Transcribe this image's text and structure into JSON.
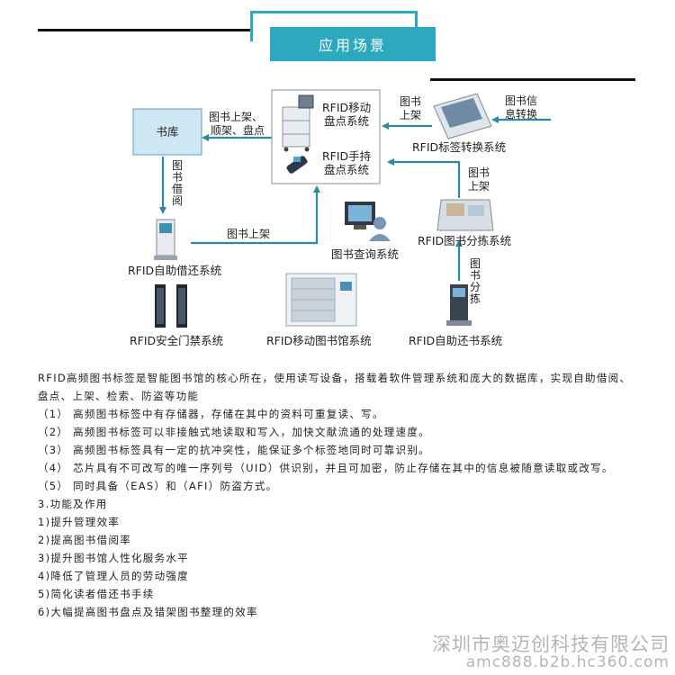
{
  "header": {
    "title": "应用场景"
  },
  "diagram": {
    "nodes": {
      "stacks": "书库",
      "mobile_inventory": [
        "RFID移动",
        "盘点系统"
      ],
      "handheld_inventory": [
        "RFID手持",
        "盘点系统"
      ],
      "tag_conversion": "RFID标签转换系统",
      "self_checkout": "RFID自助借还系统",
      "query": "图书查询系统",
      "sorting": "RFID图书分拣系统",
      "gate": "RFID安全门禁系统",
      "mobile_library": "RFID移动图书馆系统",
      "self_return": "RFID自助还书系统"
    },
    "edges": {
      "shelving_ops": [
        "图书上架、",
        "顺架、盘点"
      ],
      "borrow": [
        "图",
        "书",
        "借",
        "阅"
      ],
      "shelving": "图书上架",
      "shelving_v": [
        "图书",
        "上架"
      ],
      "shelving_v2": [
        "图书",
        "上架"
      ],
      "info_conversion": [
        "图书信",
        "息转换"
      ],
      "sorting_v": [
        "图",
        "书",
        "分",
        "拣"
      ]
    }
  },
  "text": {
    "lines": [
      "RFID高频图书标签是智能图书馆的核心所在，使用读写设备，搭载着软件管理系统和庞大的数据库，实现自助借阅、",
      "盘点、上架、检索、防盗等功能",
      "（1） 高频图书标签中有存储器，存储在其中的资料可重复读、写。",
      "（2） 高频图书标签可以非接触式地读取和写入，加快文献流通的处理速度。",
      "（3） 高频图书标签具有一定的抗冲突性，能保证多个标签地同时可靠识别。",
      "（4） 芯片具有不可改写的唯一序列号（UID）供识别，并且可加密，防止存储在其中的信息被随意读取或改写。",
      "（5） 同时具备（EAS）和（AFI）防盗方式。",
      "3.功能及作用",
      "1)提升管理效率",
      "2)提高图书借阅率",
      "3)提升图书馆人性化服务水平",
      "4)降低了管理人员的劳动强度",
      "5)简化读者借还书手续",
      "6)大幅提高图书盘点及错架图书整理的效率"
    ]
  },
  "watermark": {
    "company": "深圳市奥迈创科技有限公司",
    "url": "amc888.b2b.hc360.com"
  },
  "colors": {
    "accent": "#2ca9bd",
    "arrow": "#2b8a9e",
    "box_fill": "#cfe6f3"
  }
}
